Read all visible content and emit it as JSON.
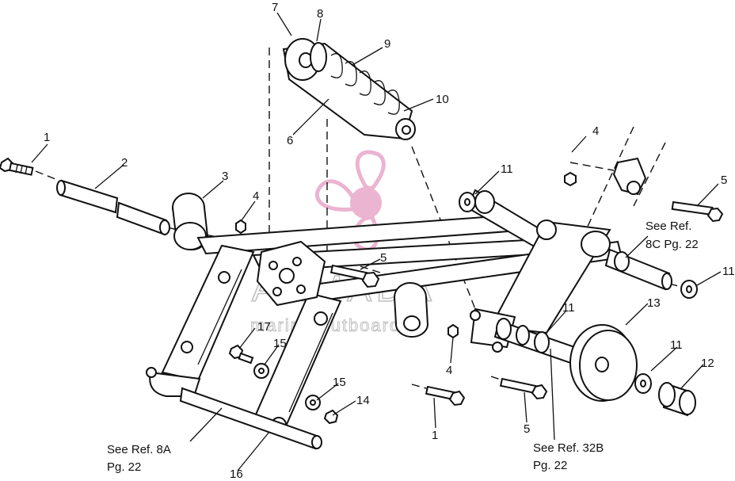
{
  "watermark": {
    "brand": "ARMADA",
    "tagline": "marine outboards",
    "color": "#e8a7c8"
  },
  "callouts": [
    {
      "id": "c1a",
      "text": "1"
    },
    {
      "id": "c2",
      "text": "2"
    },
    {
      "id": "c3",
      "text": "3"
    },
    {
      "id": "c4a",
      "text": "4"
    },
    {
      "id": "c4b",
      "text": "4"
    },
    {
      "id": "c4c",
      "text": "4"
    },
    {
      "id": "c5a",
      "text": "5"
    },
    {
      "id": "c5b",
      "text": "5"
    },
    {
      "id": "c5c",
      "text": "5"
    },
    {
      "id": "c6",
      "text": "6"
    },
    {
      "id": "c7",
      "text": "7"
    },
    {
      "id": "c8",
      "text": "8"
    },
    {
      "id": "c9",
      "text": "9"
    },
    {
      "id": "c10",
      "text": "10"
    },
    {
      "id": "c11a",
      "text": "11"
    },
    {
      "id": "c11b",
      "text": "11"
    },
    {
      "id": "c11c",
      "text": "11"
    },
    {
      "id": "c11d",
      "text": "11"
    },
    {
      "id": "c12",
      "text": "12"
    },
    {
      "id": "c13",
      "text": "13"
    },
    {
      "id": "c14",
      "text": "14"
    },
    {
      "id": "c15a",
      "text": "15"
    },
    {
      "id": "c15b",
      "text": "15"
    },
    {
      "id": "c16",
      "text": "16"
    },
    {
      "id": "c17",
      "text": "17"
    },
    {
      "id": "c1b",
      "text": "1"
    }
  ],
  "references": {
    "ref8c_line1": "See Ref.",
    "ref8c_line2": "8C Pg. 22",
    "ref8a_line1": "See Ref. 8A",
    "ref8a_line2": "Pg. 22",
    "ref32b_line1": "See Ref. 32B",
    "ref32b_line2": "Pg. 22"
  }
}
